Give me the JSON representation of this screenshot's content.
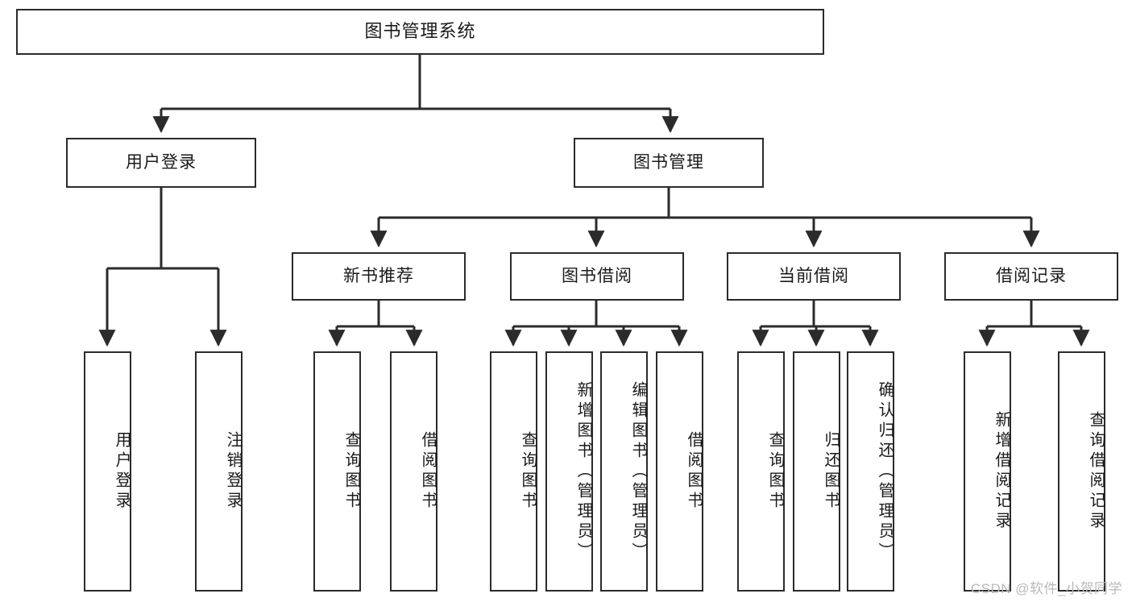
{
  "diagram": {
    "type": "tree",
    "title": "图书管理系统",
    "watermark": "CSDN @软件_小贺同学",
    "colors": {
      "stroke": "#2b2b2b",
      "fill": "#ffffff",
      "text": "#1a1a1a",
      "watermark": "#b9b9b9"
    },
    "root": {
      "id": "root",
      "label": "图书管理系统"
    },
    "level2": [
      {
        "id": "user-login",
        "label": "用户登录"
      },
      {
        "id": "book-manage",
        "label": "图书管理"
      }
    ],
    "level3": [
      {
        "id": "new-book-recommend",
        "label": "新书推荐"
      },
      {
        "id": "book-borrow",
        "label": "图书借阅"
      },
      {
        "id": "current-borrow",
        "label": "当前借阅"
      },
      {
        "id": "borrow-record",
        "label": "借阅记录"
      }
    ],
    "leaves": [
      {
        "id": "leaf-user-login",
        "label": "用户登录",
        "parent": "user-login"
      },
      {
        "id": "leaf-logout",
        "label": "注销登录",
        "parent": "user-login"
      },
      {
        "id": "leaf-query-book-1",
        "label": "查询图书",
        "parent": "new-book-recommend"
      },
      {
        "id": "leaf-borrow-book-1",
        "label": "借阅图书",
        "parent": "new-book-recommend"
      },
      {
        "id": "leaf-query-book-2",
        "label": "查询图书",
        "parent": "book-borrow"
      },
      {
        "id": "leaf-add-book",
        "label": "新增图书（管理员）",
        "parent": "book-borrow"
      },
      {
        "id": "leaf-edit-book",
        "label": "编辑图书（管理员）",
        "parent": "book-borrow"
      },
      {
        "id": "leaf-borrow-book-2",
        "label": "借阅图书",
        "parent": "book-borrow"
      },
      {
        "id": "leaf-query-book-3",
        "label": "查询图书",
        "parent": "current-borrow"
      },
      {
        "id": "leaf-return-book",
        "label": "归还图书",
        "parent": "current-borrow"
      },
      {
        "id": "leaf-confirm-return",
        "label": "确认归还（管理员）",
        "parent": "current-borrow"
      },
      {
        "id": "leaf-add-record",
        "label": "新增借阅记录",
        "parent": "borrow-record"
      },
      {
        "id": "leaf-query-record",
        "label": "查询借阅记录",
        "parent": "borrow-record"
      }
    ]
  }
}
